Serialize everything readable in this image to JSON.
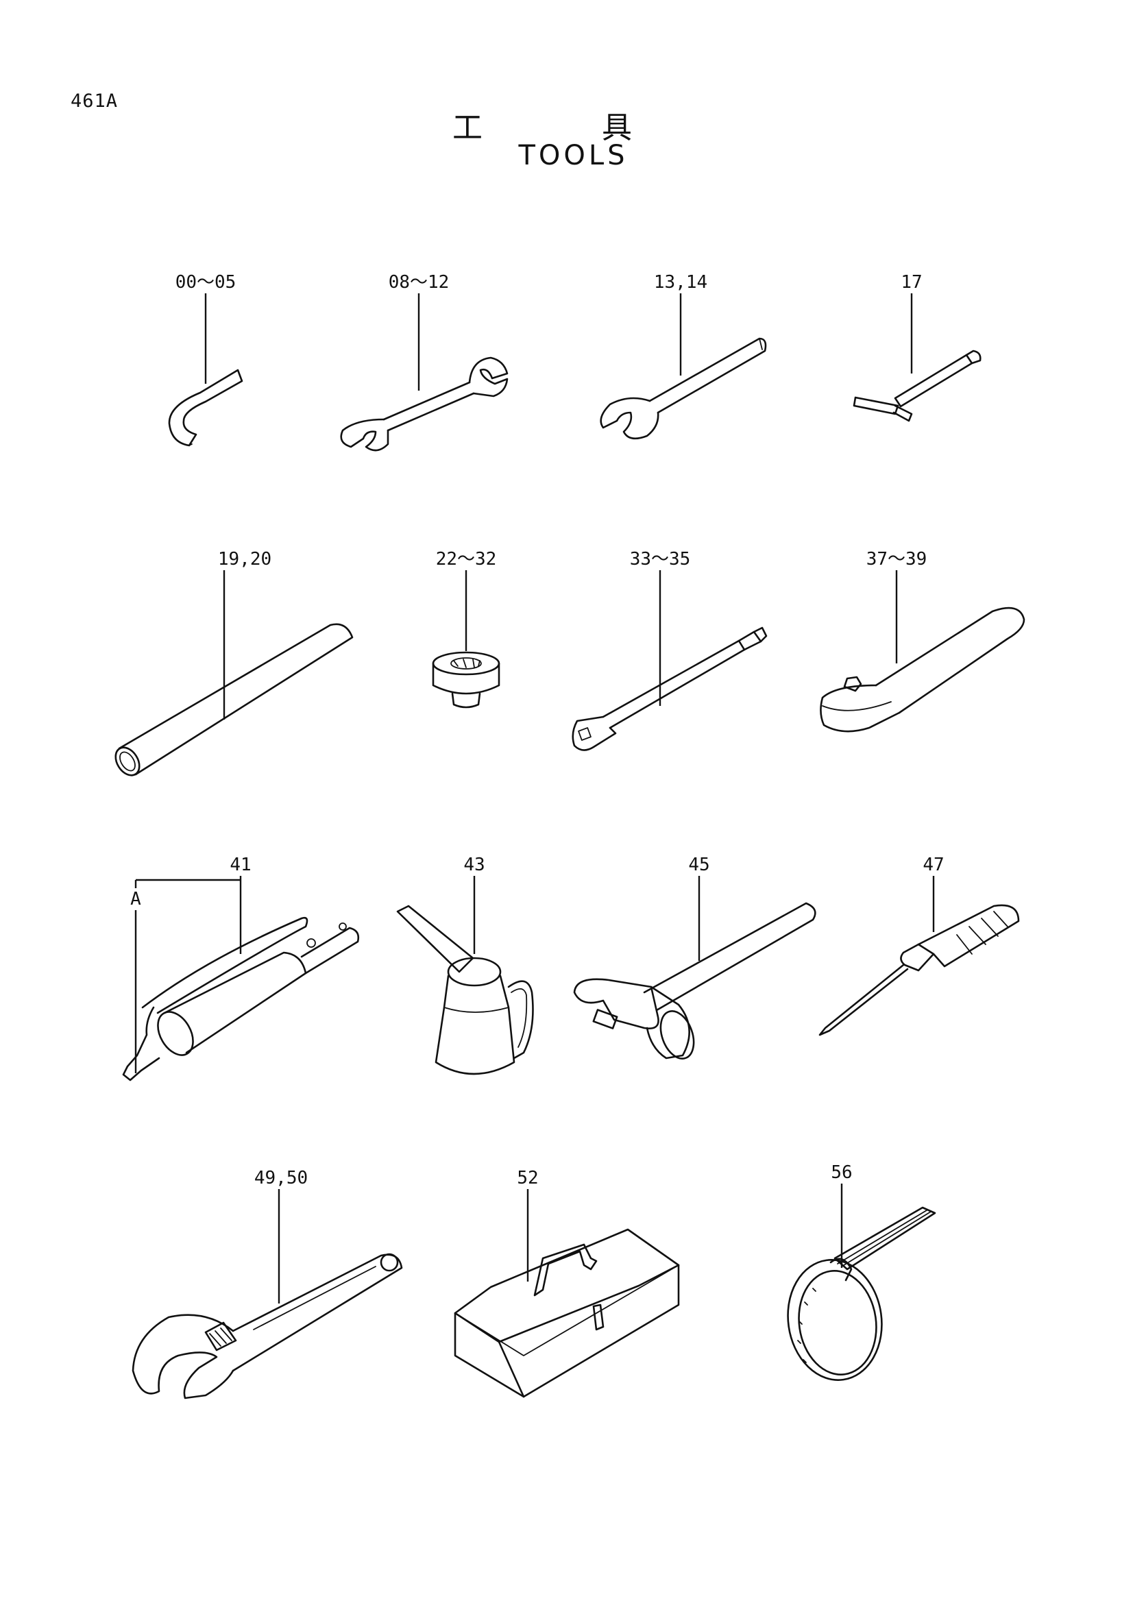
{
  "page_code": "461A",
  "title": {
    "japanese_left": "工",
    "japanese_right": "具",
    "english": "TOOLS"
  },
  "callouts": [
    {
      "label": "00～05",
      "item": "hex-key"
    },
    {
      "label": "08～12",
      "item": "double-open-end-wrench"
    },
    {
      "label": "13,14",
      "item": "single-open-end-wrench"
    },
    {
      "label": "17",
      "item": "t-handle-socket-wrench"
    },
    {
      "label": "19,20",
      "item": "pipe-bar"
    },
    {
      "label": "22～32",
      "item": "socket"
    },
    {
      "label": "33～35",
      "item": "extension-bar"
    },
    {
      "label": "37～39",
      "item": "ratchet-handle"
    },
    {
      "label": "41",
      "item": "grease-gun"
    },
    {
      "label": "A",
      "item": "grease-gun-nozzle"
    },
    {
      "label": "43",
      "item": "oil-can"
    },
    {
      "label": "45",
      "item": "hammer"
    },
    {
      "label": "47",
      "item": "screwdriver"
    },
    {
      "label": "49,50",
      "item": "adjustable-wrench"
    },
    {
      "label": "52",
      "item": "tool-box"
    },
    {
      "label": "56",
      "item": "filter-wrench"
    }
  ]
}
